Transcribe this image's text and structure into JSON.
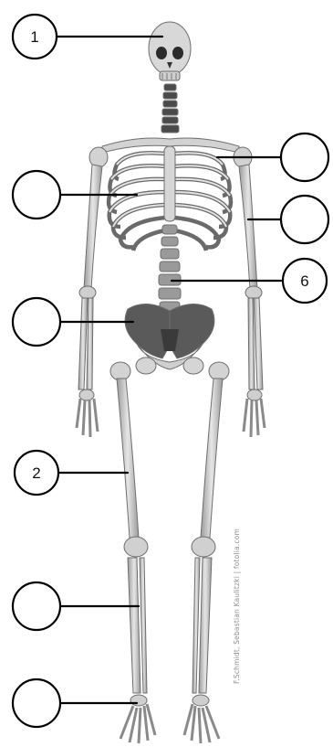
{
  "labels": [
    {
      "id": "skull",
      "number": "1"
    },
    {
      "id": "shoulder",
      "number": ""
    },
    {
      "id": "ribcage",
      "number": ""
    },
    {
      "id": "upper-arm",
      "number": ""
    },
    {
      "id": "spine",
      "number": "6"
    },
    {
      "id": "pelvis",
      "number": ""
    },
    {
      "id": "thigh",
      "number": "2"
    },
    {
      "id": "shin",
      "number": ""
    },
    {
      "id": "foot",
      "number": ""
    }
  ],
  "credit": "F.Schmidt, Sebastian Kaulitzki | fotolia.com",
  "colors": {
    "bone": "#d9d9d9",
    "bone_shadow": "#7a7a7a",
    "dark": "#3a3a3a",
    "line": "#000000"
  }
}
